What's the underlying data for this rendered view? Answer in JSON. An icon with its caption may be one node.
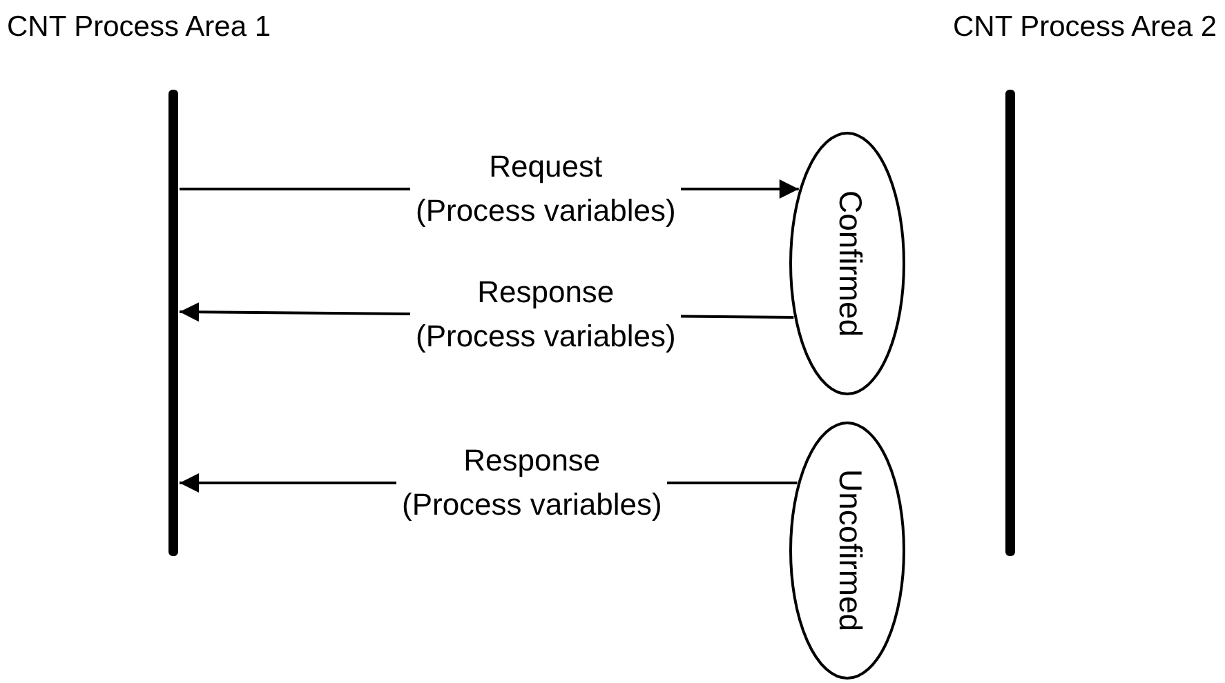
{
  "diagram": {
    "nodes": [
      {
        "text": [
          "CNT Process Area 1"
        ]
      },
      {
        "text": [
          "CNT Process Area 2"
        ]
      },
      {
        "text": [
          "Confirmed"
        ]
      },
      {
        "text": [
          "Uncofirmed"
        ]
      }
    ],
    "edges": [
      {
        "from": 0,
        "to": 2,
        "arrow": "to",
        "label": "Request (Process variables)"
      },
      {
        "from": 2,
        "to": 0,
        "arrow": "to",
        "label": "Response (Process variables)"
      },
      {
        "from": 3,
        "to": 0,
        "arrow": "to",
        "label": "Response (Process variables)"
      }
    ]
  }
}
